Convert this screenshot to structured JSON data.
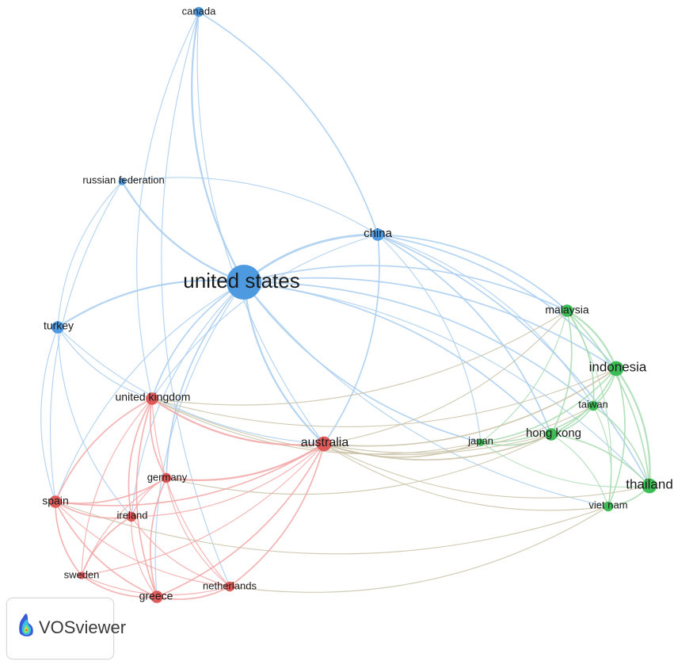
{
  "colors": {
    "cluster_red": "#e05a5a",
    "cluster_green": "#3dbb55",
    "cluster_blue": "#4d9ae0",
    "link_red": "#f2a7a7",
    "link_green": "#a8dcb1",
    "link_blue": "#a7cdf0",
    "link_mixed": "#c9c2a6"
  },
  "nodes": [
    {
      "id": "canada",
      "label": "canada",
      "cluster": "blue",
      "weight": 2
    },
    {
      "id": "russian-federation",
      "label": "russian federation",
      "cluster": "blue",
      "weight": 1
    },
    {
      "id": "china",
      "label": "china",
      "cluster": "blue",
      "weight": 3
    },
    {
      "id": "united-states",
      "label": "united states",
      "cluster": "blue",
      "weight": 10
    },
    {
      "id": "turkey",
      "label": "turkey",
      "cluster": "blue",
      "weight": 3
    },
    {
      "id": "malaysia",
      "label": "malaysia",
      "cluster": "green",
      "weight": 3
    },
    {
      "id": "indonesia",
      "label": "indonesia",
      "cluster": "green",
      "weight": 4
    },
    {
      "id": "taiwan",
      "label": "taiwan",
      "cluster": "green",
      "weight": 2
    },
    {
      "id": "hong-kong",
      "label": "hong kong",
      "cluster": "green",
      "weight": 3
    },
    {
      "id": "japan",
      "label": "japan",
      "cluster": "green",
      "weight": 1
    },
    {
      "id": "thailand",
      "label": "thailand",
      "cluster": "green",
      "weight": 4
    },
    {
      "id": "viet-nam",
      "label": "viet nam",
      "cluster": "green",
      "weight": 2
    },
    {
      "id": "united-kingdom",
      "label": "united kingdom",
      "cluster": "red",
      "weight": 3
    },
    {
      "id": "australia",
      "label": "australia",
      "cluster": "red",
      "weight": 4
    },
    {
      "id": "germany",
      "label": "germany",
      "cluster": "red",
      "weight": 2
    },
    {
      "id": "spain",
      "label": "spain",
      "cluster": "red",
      "weight": 3
    },
    {
      "id": "ireland",
      "label": "ireland",
      "cluster": "red",
      "weight": 2
    },
    {
      "id": "sweden",
      "label": "sweden",
      "cluster": "red",
      "weight": 1
    },
    {
      "id": "greece",
      "label": "greece",
      "cluster": "red",
      "weight": 3
    },
    {
      "id": "netherlands",
      "label": "netherlands",
      "cluster": "red",
      "weight": 2
    }
  ],
  "links": [
    [
      "canada",
      "united-states",
      3
    ],
    [
      "canada",
      "china",
      2
    ],
    [
      "canada",
      "australia",
      1
    ],
    [
      "canada",
      "united-kingdom",
      1
    ],
    [
      "canada",
      "netherlands",
      1
    ],
    [
      "russian-federation",
      "united-states",
      3
    ],
    [
      "russian-federation",
      "china",
      1
    ],
    [
      "russian-federation",
      "turkey",
      1
    ],
    [
      "russian-federation",
      "spain",
      1
    ],
    [
      "china",
      "united-states",
      4
    ],
    [
      "china",
      "malaysia",
      2
    ],
    [
      "china",
      "indonesia",
      2
    ],
    [
      "china",
      "taiwan",
      1
    ],
    [
      "china",
      "hong-kong",
      2
    ],
    [
      "china",
      "thailand",
      2
    ],
    [
      "china",
      "australia",
      2
    ],
    [
      "china",
      "united-kingdom",
      1
    ],
    [
      "china",
      "japan",
      1
    ],
    [
      "united-states",
      "turkey",
      3
    ],
    [
      "united-states",
      "united-kingdom",
      2
    ],
    [
      "united-states",
      "australia",
      3
    ],
    [
      "united-states",
      "germany",
      2
    ],
    [
      "united-states",
      "hong-kong",
      2
    ],
    [
      "united-states",
      "taiwan",
      2
    ],
    [
      "united-states",
      "indonesia",
      2
    ],
    [
      "united-states",
      "malaysia",
      2
    ],
    [
      "united-states",
      "thailand",
      1
    ],
    [
      "united-states",
      "viet-nam",
      1
    ],
    [
      "united-states",
      "japan",
      2
    ],
    [
      "united-states",
      "spain",
      1
    ],
    [
      "united-states",
      "ireland",
      1
    ],
    [
      "united-states",
      "greece",
      1
    ],
    [
      "turkey",
      "united-kingdom",
      1
    ],
    [
      "turkey",
      "spain",
      1
    ],
    [
      "turkey",
      "ireland",
      1
    ],
    [
      "turkey",
      "australia",
      1
    ],
    [
      "malaysia",
      "indonesia",
      3
    ],
    [
      "malaysia",
      "taiwan",
      2
    ],
    [
      "malaysia",
      "hong-kong",
      2
    ],
    [
      "malaysia",
      "thailand",
      2
    ],
    [
      "malaysia",
      "japan",
      1
    ],
    [
      "malaysia",
      "australia",
      1
    ],
    [
      "malaysia",
      "viet-nam",
      1
    ],
    [
      "malaysia",
      "united-kingdom",
      1
    ],
    [
      "indonesia",
      "taiwan",
      2
    ],
    [
      "indonesia",
      "hong-kong",
      2
    ],
    [
      "indonesia",
      "thailand",
      3
    ],
    [
      "indonesia",
      "viet-nam",
      2
    ],
    [
      "indonesia",
      "japan",
      2
    ],
    [
      "indonesia",
      "australia",
      2
    ],
    [
      "indonesia",
      "united-kingdom",
      1
    ],
    [
      "taiwan",
      "hong-kong",
      2
    ],
    [
      "taiwan",
      "thailand",
      2
    ],
    [
      "taiwan",
      "viet-nam",
      1
    ],
    [
      "taiwan",
      "japan",
      2
    ],
    [
      "taiwan",
      "australia",
      1
    ],
    [
      "hong-kong",
      "japan",
      2
    ],
    [
      "hong-kong",
      "thailand",
      2
    ],
    [
      "hong-kong",
      "viet-nam",
      1
    ],
    [
      "hong-kong",
      "australia",
      2
    ],
    [
      "hong-kong",
      "united-kingdom",
      1
    ],
    [
      "hong-kong",
      "germany",
      1
    ],
    [
      "thailand",
      "viet-nam",
      2
    ],
    [
      "thailand",
      "australia",
      1
    ],
    [
      "thailand",
      "japan",
      1
    ],
    [
      "viet-nam",
      "australia",
      1
    ],
    [
      "viet-nam",
      "spain",
      1
    ],
    [
      "viet-nam",
      "netherlands",
      1
    ],
    [
      "japan",
      "australia",
      2
    ],
    [
      "japan",
      "united-kingdom",
      1
    ],
    [
      "united-kingdom",
      "australia",
      3
    ],
    [
      "united-kingdom",
      "germany",
      2
    ],
    [
      "united-kingdom",
      "spain",
      2
    ],
    [
      "united-kingdom",
      "ireland",
      2
    ],
    [
      "united-kingdom",
      "sweden",
      1
    ],
    [
      "united-kingdom",
      "greece",
      2
    ],
    [
      "united-kingdom",
      "netherlands",
      1
    ],
    [
      "australia",
      "germany",
      3
    ],
    [
      "australia",
      "spain",
      2
    ],
    [
      "australia",
      "ireland",
      1
    ],
    [
      "australia",
      "sweden",
      1
    ],
    [
      "australia",
      "greece",
      2
    ],
    [
      "australia",
      "netherlands",
      2
    ],
    [
      "germany",
      "spain",
      2
    ],
    [
      "germany",
      "ireland",
      1
    ],
    [
      "germany",
      "greece",
      2
    ],
    [
      "germany",
      "netherlands",
      1
    ],
    [
      "germany",
      "sweden",
      1
    ],
    [
      "spain",
      "ireland",
      2
    ],
    [
      "spain",
      "sweden",
      2
    ],
    [
      "spain",
      "greece",
      2
    ],
    [
      "spain",
      "netherlands",
      1
    ],
    [
      "ireland",
      "sweden",
      2
    ],
    [
      "ireland",
      "greece",
      1
    ],
    [
      "ireland",
      "netherlands",
      1
    ],
    [
      "sweden",
      "greece",
      2
    ],
    [
      "sweden",
      "netherlands",
      1
    ],
    [
      "greece",
      "netherlands",
      2
    ]
  ],
  "branding": {
    "logo_text": "VOSviewer"
  }
}
